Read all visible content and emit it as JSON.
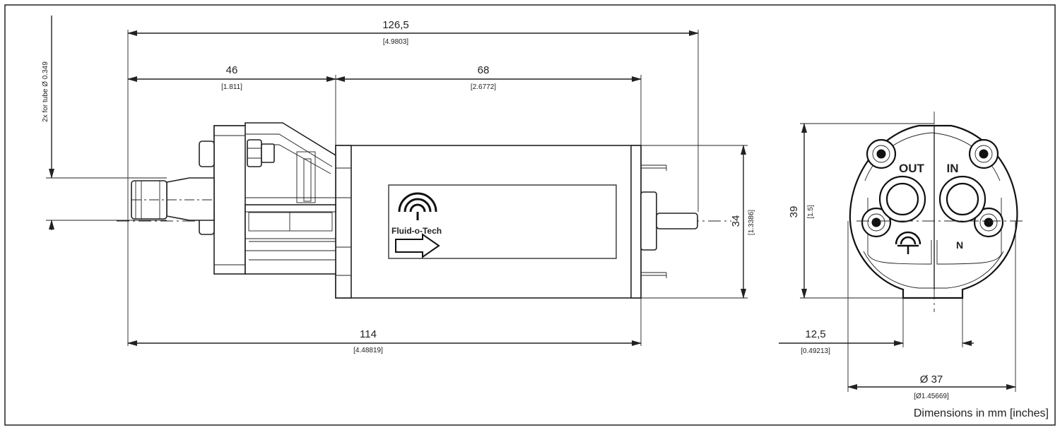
{
  "dimensions": {
    "overall_length": {
      "mm": "126,5",
      "in": "[4.9803]"
    },
    "head_length": {
      "mm": "46",
      "in": "[1.811]"
    },
    "motor_length": {
      "mm": "68",
      "in": "[2.6772]"
    },
    "body_length": {
      "mm": "114",
      "in": "[4.48819]"
    },
    "motor_diameter": {
      "mm": "34",
      "in": "[1.3386]"
    },
    "end_height": {
      "mm": "39",
      "in": "[1.5]"
    },
    "port_spacing": {
      "mm": "12,5",
      "in": "[0.49213]"
    },
    "end_diameter": {
      "mm": "Ø 37",
      "in": "[Ø1.45669]"
    },
    "tube_note": "2x for tube Ø 0.349"
  },
  "labels": {
    "brand": "Fluid-o-Tech",
    "port_out": "OUT",
    "port_in": "IN",
    "mark_n": "N"
  },
  "footer_note": "Dimensions in mm [inches]"
}
